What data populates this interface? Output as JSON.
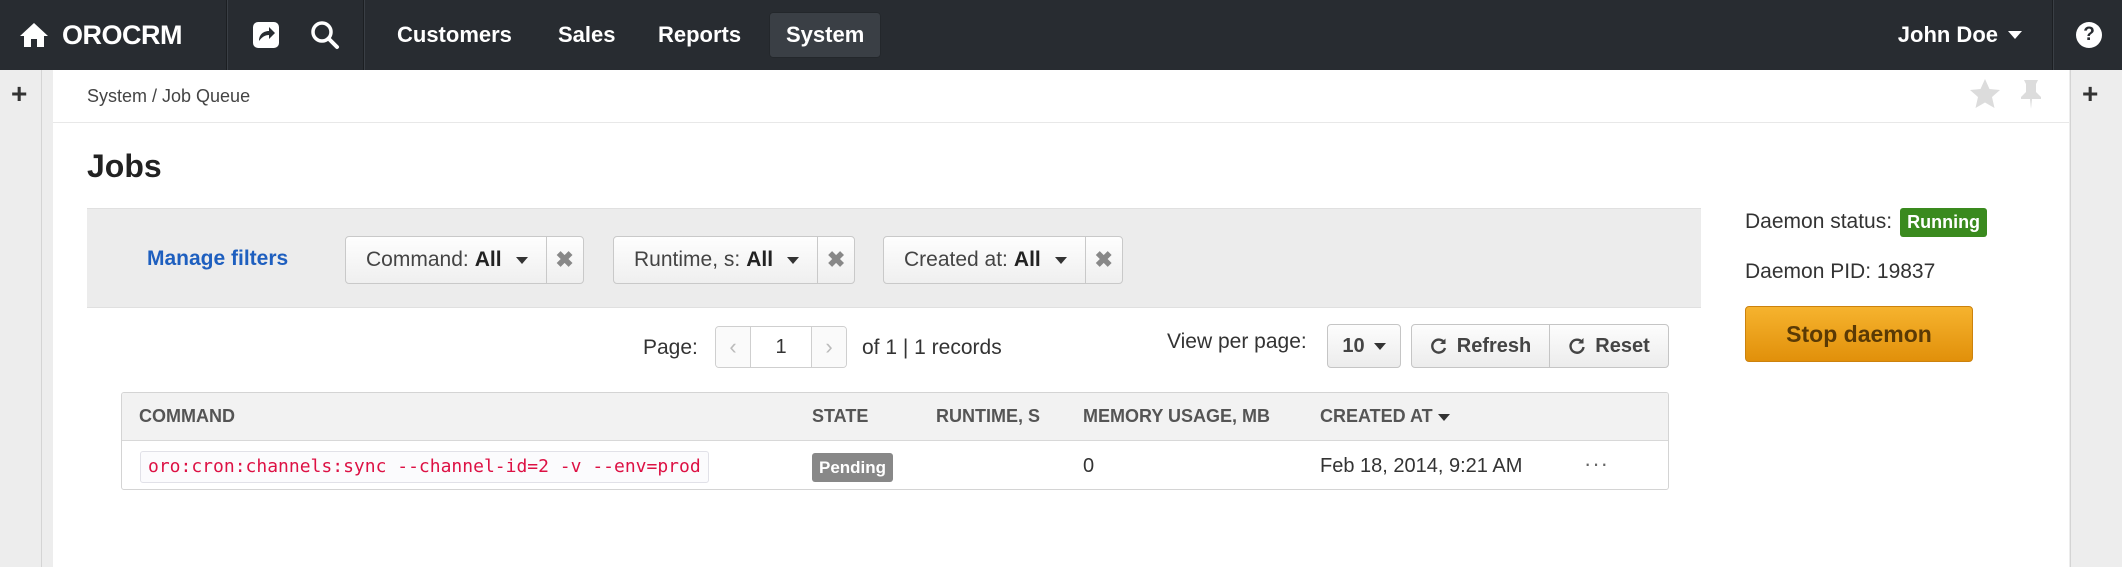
{
  "nav": {
    "brand": "OROCRM",
    "menu": [
      "Customers",
      "Sales",
      "Reports",
      "System"
    ],
    "active": "System",
    "user": "John Doe",
    "help": "?"
  },
  "breadcrumb": "System / Job Queue",
  "page_title": "Jobs",
  "filters": {
    "manage_label": "Manage filters",
    "items": [
      {
        "label": "Command:",
        "value": "All"
      },
      {
        "label": "Runtime, s:",
        "value": "All"
      },
      {
        "label": "Created at:",
        "value": "All"
      }
    ]
  },
  "pagination": {
    "page_label": "Page:",
    "page": "1",
    "of_label": "of 1 | 1 records",
    "per_page_label": "View per page:",
    "per_page": "10",
    "refresh_label": "Refresh",
    "reset_label": "Reset"
  },
  "table": {
    "columns": [
      "COMMAND",
      "STATE",
      "RUNTIME, S",
      "MEMORY USAGE, MB",
      "CREATED AT"
    ],
    "rows": [
      {
        "command": "oro:cron:channels:sync --channel-id=2 -v --env=prod",
        "state": "Pending",
        "runtime": "",
        "memory": "0",
        "created_at": "Feb 18, 2014, 9:21 AM",
        "actions": "···"
      }
    ]
  },
  "daemon": {
    "status_label": "Daemon status:",
    "status": "Running",
    "pid_label": "Daemon PID: 19837",
    "stop_label": "Stop daemon"
  },
  "side": {
    "plus": "+"
  },
  "colors": {
    "topbar": "#282c31",
    "link": "#1e5fbf",
    "running": "#3a8a1e",
    "pending": "#888888",
    "stop_button": "#eea21c"
  }
}
